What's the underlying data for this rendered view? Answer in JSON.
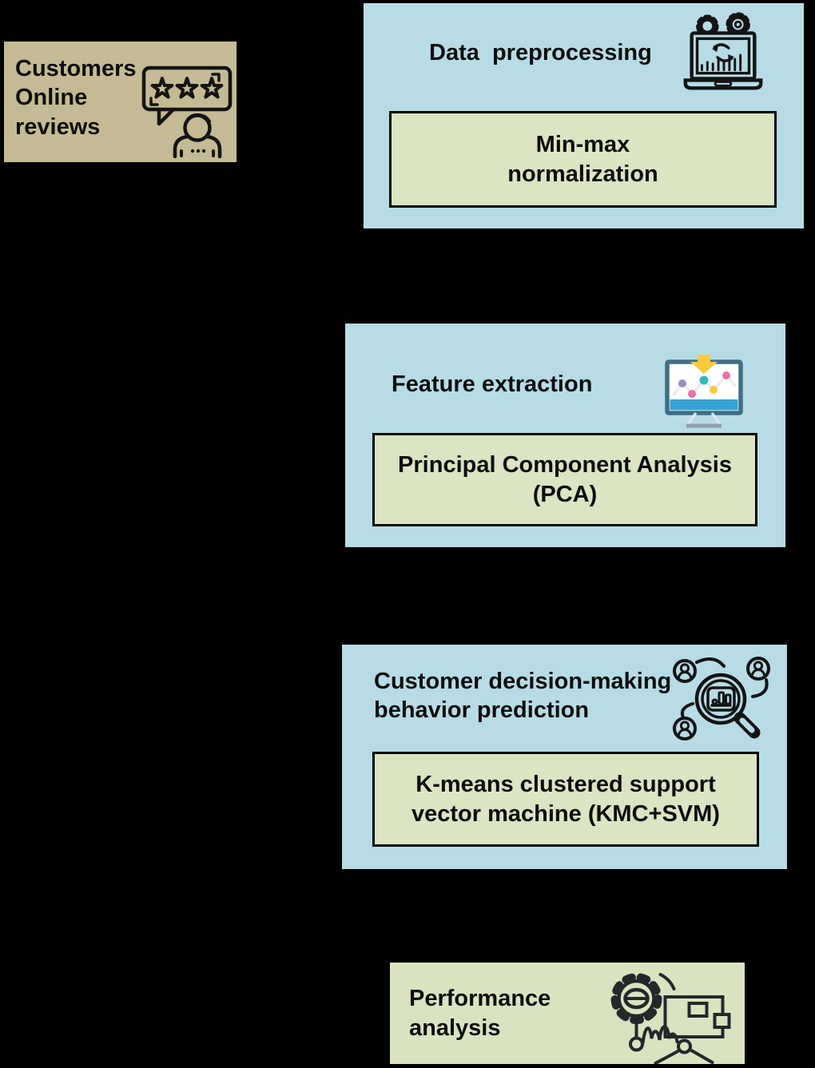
{
  "colors": {
    "background": "#000000",
    "stage_fill": "#b7dce6",
    "method_fill": "#dbe4c3",
    "source_fill": "#c4bb94",
    "final_fill": "#d9e3c0",
    "text": "#0d0d0d",
    "monitor_frame": "#416e84",
    "monitor_water": "#38a3d3",
    "accent_yellow": "#f7cb3c",
    "accent_pink": "#ef6fa7",
    "accent_teal": "#2fb9ba",
    "accent_purple": "#9a8cc5"
  },
  "source": {
    "label": "Customers\nOnline\nreviews",
    "icon": "customer-reviews-icon"
  },
  "stages": [
    {
      "title": "Data  preprocessing",
      "icon": "laptop-analytics-icon",
      "method": "Min-max\nnormalization"
    },
    {
      "title": "Feature extraction",
      "icon": "monitor-chart-icon",
      "method": "Principal Component Analysis\n(PCA)"
    },
    {
      "title": "Customer decision-making\nbehavior prediction",
      "icon": "magnifier-users-icon",
      "method": "K-means clustered support\nvector machine (KMC+SVM)"
    }
  ],
  "final": {
    "label": "Performance\nanalysis",
    "icon": "gear-circuit-icon"
  }
}
